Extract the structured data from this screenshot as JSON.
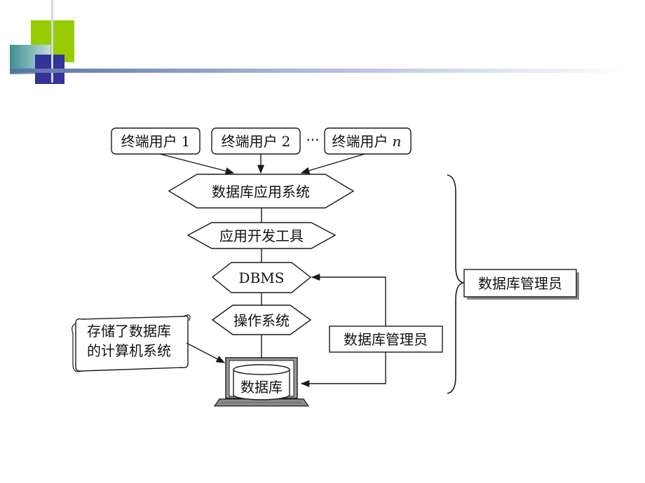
{
  "end_users": [
    {
      "label": "终端用户",
      "suffix": "1"
    },
    {
      "label": "终端用户",
      "suffix": "2"
    },
    {
      "label": "终端用户",
      "suffix": "n"
    }
  ],
  "ellipsis": "···",
  "layers": [
    {
      "label": "数据库应用系统"
    },
    {
      "label": "应用开发工具"
    },
    {
      "label": "DBMS"
    },
    {
      "label": "操作系统"
    }
  ],
  "database": {
    "label": "数据库"
  },
  "scroll_note": {
    "line1": "存储了数据库",
    "line2": "的计算机系统"
  },
  "dba_inner": {
    "label": "数据库管理员"
  },
  "dba_outer": {
    "label": "数据库管理员"
  },
  "colors": {
    "stroke": "#1a1a1a",
    "green": "#99cc00",
    "teal": "#3f8f8f",
    "navy": "#333399",
    "shadow": "#8a8a8a"
  }
}
